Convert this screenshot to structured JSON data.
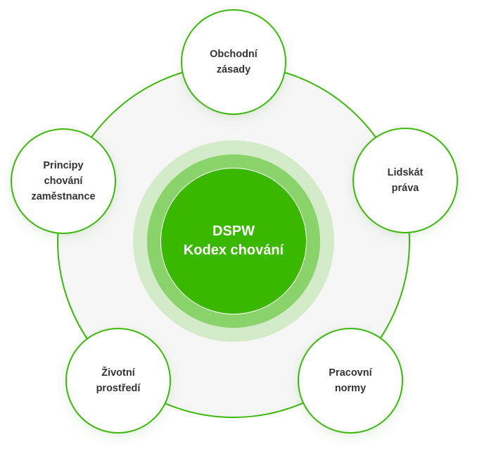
{
  "diagram": {
    "center": {
      "lines": [
        "DSPW",
        "Kodex chování"
      ]
    },
    "nodes": [
      {
        "id": "business-principles",
        "lines": [
          "Obchodní",
          "zásady"
        ]
      },
      {
        "id": "human-rights",
        "lines": [
          "Lidskát",
          "práva"
        ]
      },
      {
        "id": "work-standards",
        "lines": [
          "Pracovní",
          "normy"
        ]
      },
      {
        "id": "environment",
        "lines": [
          "Životní",
          "prostředí"
        ]
      },
      {
        "id": "employee-conduct",
        "lines": [
          "Principy",
          "chování",
          "zaměstnance"
        ]
      }
    ],
    "colors": {
      "accent": "#3ab800",
      "ring": "#3db80c",
      "halo_mid": "#8ad26a",
      "halo_outer": "#d4ebc9",
      "node_text": "#333333",
      "center_text": "#ffffff",
      "ring_fill": "#f6f6f6"
    }
  }
}
